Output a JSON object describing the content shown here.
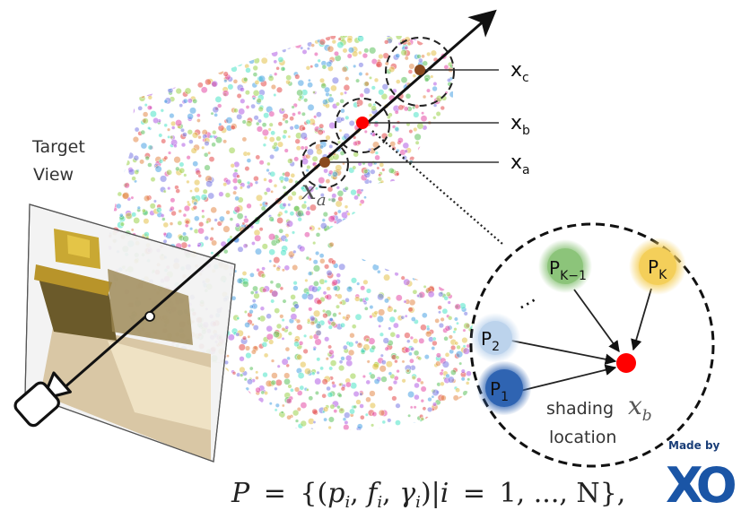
{
  "target_view": {
    "line1": "Target",
    "line2": "View"
  },
  "samples": {
    "xc": {
      "base": "x",
      "sub": "c"
    },
    "xb": {
      "base": "x",
      "sub": "b"
    },
    "xa": {
      "base": "x",
      "sub": "a"
    },
    "xa_italic": {
      "base": "x",
      "sub": "a"
    }
  },
  "neighbors": {
    "p_k_minus_1": {
      "base": "P",
      "sub": "K−1"
    },
    "p_k": {
      "base": "P",
      "sub": "K"
    },
    "p_2": {
      "base": "P",
      "sub": "2"
    },
    "p_1": {
      "base": "P",
      "sub": "1"
    },
    "ellipsis": "⋯"
  },
  "shading": {
    "line1": "shading",
    "line2": "location",
    "var_base": "x",
    "var_sub": "b"
  },
  "formula": {
    "lhs": "P",
    "eq": "=",
    "open": "{(",
    "p": "p",
    "f": "f",
    "gamma": "γ",
    "i": "i",
    "mid": ")|",
    "i_eq": "i",
    "eq2": "=",
    "range": "1, ..., N",
    "close": "},"
  },
  "logo": {
    "made_by": "Made by",
    "mark": "XO"
  },
  "colors": {
    "ray": "#111111",
    "sample_brown": "#8a4a1f",
    "sample_red": "#ff0000",
    "p_kminus1": "#8cc47a",
    "p_k": "#f4cf5a",
    "p_2": "#bcd3ec",
    "p_1": "#2f64b2",
    "logo_blue": "#1a55a6"
  }
}
